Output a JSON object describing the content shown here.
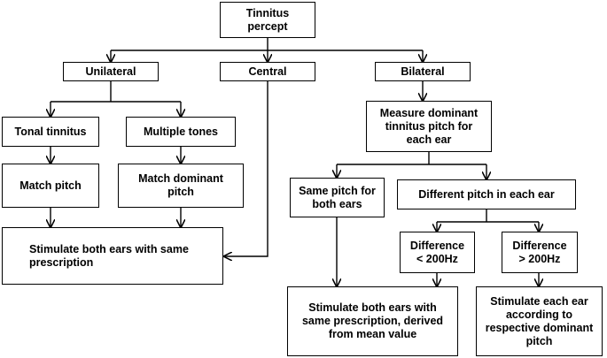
{
  "nodes": {
    "tinnitus_percept": "Tinnitus\npercept",
    "unilateral": "Unilateral",
    "central": "Central",
    "bilateral": "Bilateral",
    "tonal_tinnitus": "Tonal tinnitus",
    "multiple_tones": "Multiple tones",
    "measure_dominant": "Measure dominant\ntinnitus pitch for\neach ear",
    "match_pitch": "Match pitch",
    "match_dominant_pitch": "Match dominant\npitch",
    "same_pitch_both_ears": "Same pitch for\nboth ears",
    "different_pitch_each_ear": "Different pitch in each ear",
    "stimulate_both_same": "Stimulate both ears with same\nprescription",
    "difference_less_200": "Difference\n< 200Hz",
    "difference_more_200": "Difference\n> 200Hz",
    "stimulate_both_mean": "Stimulate both ears with\nsame prescription, derived\nfrom mean value",
    "stimulate_each_ear": "Stimulate each ear\naccording to\nrespective dominant\npitch"
  }
}
